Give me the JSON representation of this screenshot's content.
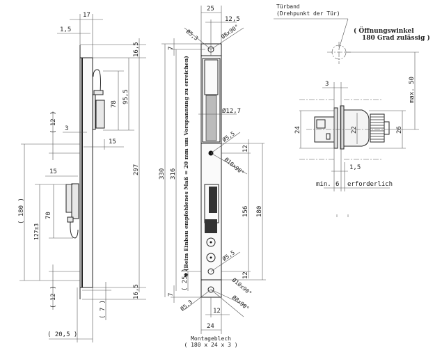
{
  "side_view": {
    "dim_17": "17",
    "dim_1_5": "1,5",
    "dim_16_5_top": "16,5",
    "dim_95_5": "95,5",
    "dim_78": "78",
    "dim_297": "297",
    "dim_12_top": "( 12 )",
    "dim_3": "3",
    "dim_15_right": "15",
    "dim_15_left": "15",
    "dim_180": "( 180 )",
    "dim_127": "127±3",
    "dim_70": "70",
    "dim_12_bottom": "( 12 )",
    "dim_7": "( 7 )",
    "dim_16_5_bottom": "16,5",
    "dim_20_5": "( 20,5 )"
  },
  "front_view": {
    "dim_25": "25",
    "dim_12_5": "12,5",
    "hole_5_3_top": "Ø5,3",
    "countersink_8_top": "Ø8x90°",
    "dim_7_top": "7",
    "dim_330": "330",
    "dim_316": "316",
    "note": "✱ (Beim Einbau empfohlenes Maß = 20 mm um Vorspannung zu erreichen)",
    "dim_12_7": "Ø12,7",
    "hole_5_5_top": "Ø5,5",
    "dim_12_upper": "12",
    "countersink_10_top": "Ø10x90°",
    "dim_156": "156",
    "dim_180": "180",
    "hole_5_5_bottom": "Ø5,5",
    "dim_12_lower": "12",
    "dim_25_paren": "( 25 )",
    "dim_7_bottom": "7",
    "countersink_10_bottom": "Ø10x90°",
    "hole_5_3_bottom": "Ø5,3",
    "countersink_8_bottom": "Ø8x90°",
    "dim_12_bottom": "12",
    "dim_24": "24",
    "plate_label": "Montageblech",
    "plate_size": "( 180 x 24 x 3 )"
  },
  "top_view": {
    "hinge_label": "Türband",
    "hinge_sub": "(Drehpunkt der Tür)",
    "angle_line1": "( Öffnungswinkel",
    "angle_line2": "180 Grad zulässig )",
    "dim_max_50": "max. 50",
    "dim_3": "3",
    "dim_24": "24",
    "dim_22": "22",
    "dim_26": "26",
    "dim_1_5": "1,5",
    "min_label": "min.",
    "min_value": "6",
    "min_suffix": "erforderlich"
  }
}
